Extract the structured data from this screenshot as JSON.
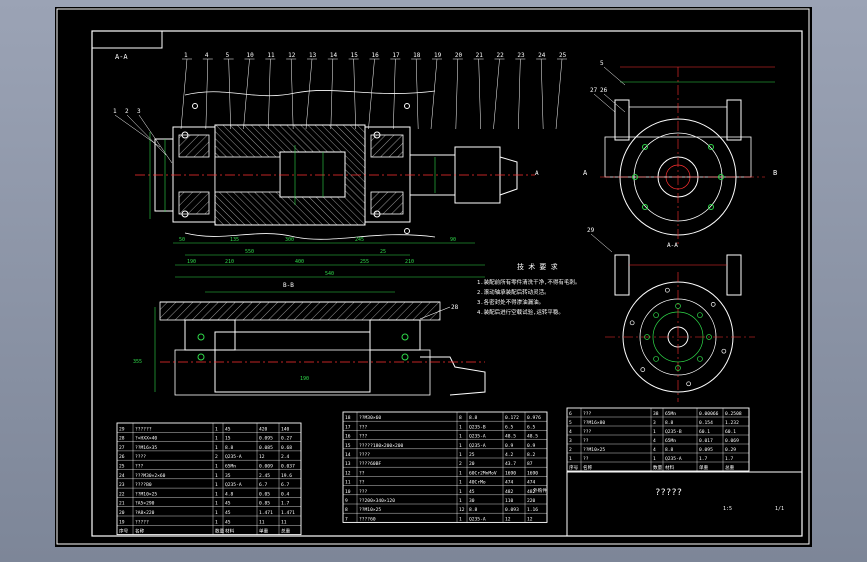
{
  "sheet": {
    "corner_label": "A-A",
    "section_bb": "B-B",
    "section_a_mark": "A",
    "section_b_mark": "B",
    "section_aa_bottom": "A-A"
  },
  "leaders_top": [
    "1",
    "4",
    "5",
    "10",
    "11",
    "12",
    "13",
    "14",
    "15",
    "16",
    "17",
    "18",
    "19",
    "20",
    "21",
    "22",
    "23",
    "24",
    "25"
  ],
  "leaders_left": [
    "1",
    "2",
    "3"
  ],
  "leaders_right": [
    "5",
    "27",
    "26",
    "29"
  ],
  "leader_28": "28",
  "dims": {
    "d1": "50",
    "d2": "135",
    "d3": "300",
    "d4": "245",
    "d5": "90",
    "d6": "550",
    "d7": "25",
    "d8": "190",
    "d9": "210",
    "d10": "400",
    "d11": "255",
    "d12": "210",
    "d13": "355",
    "d14": "190",
    "d15": "540"
  },
  "notes": {
    "title": "技 术 要 求",
    "lines": [
      "1.装配前所有零件清洗干净,不得有毛刺。",
      "2.滚动轴承装配后转动灵活。",
      "3.各密封处不得渗油漏油。",
      "4.装配后进行空载试验,运转平稳。"
    ]
  },
  "bom_left": {
    "rows": [
      [
        "29",
        "??????",
        "1",
        "45",
        "420",
        "140"
      ],
      [
        "28",
        "?×HXX×40",
        "1",
        "15",
        "0.095",
        "0.27"
      ],
      [
        "27",
        "??M16×35",
        "1",
        "8.8",
        "0.085",
        "0.68"
      ],
      [
        "26",
        "????",
        "2",
        "Q235-A",
        "12",
        "2.4"
      ],
      [
        "25",
        "???",
        "1",
        "65Mn",
        "0.009",
        "0.037"
      ],
      [
        "24",
        "???M30×2×60",
        "1",
        "35",
        "2.45",
        "19.6"
      ],
      [
        "23",
        "????B0",
        "1",
        "Q235-A",
        "6.7",
        "6.7"
      ],
      [
        "22",
        "??M10×25",
        "1",
        "4.8",
        "0.05",
        "0.4"
      ],
      [
        "21",
        "?A5×290",
        "1",
        "45",
        "0.85",
        "1.7"
      ],
      [
        "20",
        "?A8×220",
        "1",
        "45",
        "1.471",
        "1.471"
      ],
      [
        "19",
        "?????",
        "1",
        "45",
        "11",
        "11"
      ]
    ],
    "footer": [
      "序号",
      "名称",
      "数量",
      "材料",
      "单重",
      "总重"
    ]
  },
  "bom_mid": {
    "rows": [
      [
        "18",
        "??M30×60",
        "8",
        "8.8",
        "0.172",
        "0.976"
      ],
      [
        "17",
        "???",
        "1",
        "Q235-B",
        "6.5",
        "6.5"
      ],
      [
        "16",
        "???",
        "1",
        "Q235-A",
        "48.5",
        "48.5"
      ],
      [
        "15",
        "?????180×200×200",
        "1",
        "Q235-A",
        "0.9",
        "0.9"
      ],
      [
        "14",
        "????",
        "1",
        "25",
        "4.2",
        "8.2"
      ],
      [
        "13",
        "????60BF",
        "2",
        "20",
        "43.7",
        "87"
      ],
      [
        "12",
        "??",
        "1",
        "60Cr2MnMoV",
        "1690",
        "1690"
      ],
      [
        "11",
        "??",
        "1",
        "40CrMo",
        "474",
        "474"
      ],
      [
        "10",
        "???",
        "1",
        "45",
        "482",
        "482"
      ],
      [
        "9",
        "??200×340×120",
        "1",
        "30",
        "110",
        "220"
      ],
      [
        "8",
        "??M10×25",
        "12",
        "8.8",
        "0.093",
        "1.16"
      ],
      [
        "7",
        "????60",
        "1",
        "Q235-A",
        "12",
        "12"
      ]
    ],
    "extra": "外购件"
  },
  "bom_right": {
    "rows": [
      [
        "6",
        "???",
        "38",
        "65Mn",
        "0.00066",
        "0.2508"
      ],
      [
        "5",
        "??M16×80",
        "3",
        "8.8",
        "0.154",
        "1.232"
      ],
      [
        "4",
        "???",
        "1",
        "Q235-B",
        "60.1",
        "60.1"
      ],
      [
        "3",
        "??",
        "4",
        "65Mn",
        "0.017",
        "0.069"
      ],
      [
        "2",
        "??M10×25",
        "4",
        "8.8",
        "0.095",
        "0.29"
      ],
      [
        "1",
        "??",
        "1",
        "Q235-A",
        "1.7",
        "1.7"
      ]
    ],
    "footer": [
      "序号",
      "名称",
      "数量",
      "材料",
      "单重",
      "总重"
    ]
  },
  "title_block": {
    "name": "?????",
    "scale": "1:5",
    "sheet": "1/1"
  },
  "colors": {
    "line": "#ffffff",
    "dim": "#2fd94a",
    "center": "#ff3030",
    "hatch": "#bfbfbf",
    "paper": "#000000"
  }
}
